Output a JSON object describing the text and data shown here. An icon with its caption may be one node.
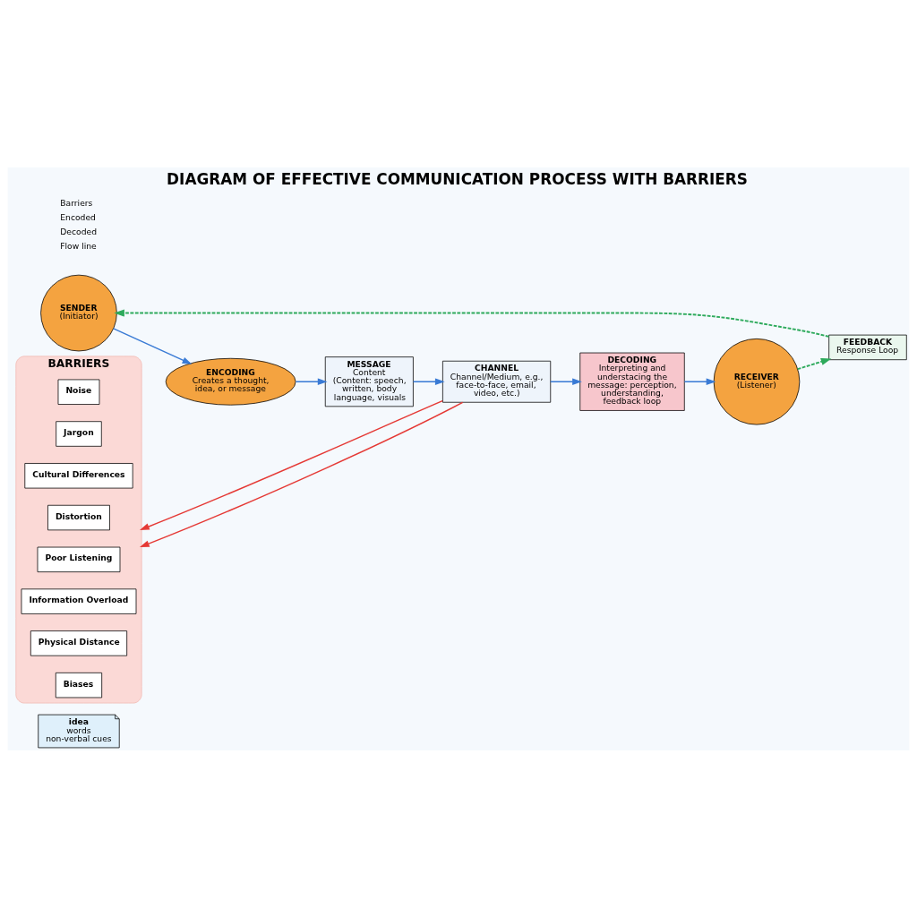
{
  "diagram": {
    "title": "DIAGRAM OF EFFECTIVE COMMUNICATION PROCESS WITH BARRIERS",
    "nodes": [
      {
        "text": [
          "SENDER",
          "(Initiator)"
        ]
      },
      {
        "text": [
          "ENCODING",
          "Creates a thought, idea, or message"
        ]
      },
      {
        "text": [
          "idea",
          "words",
          "non-verbal cues"
        ]
      },
      {
        "text": [
          "MESSAGE",
          "Content",
          "(Content: speech, written, body language, visuals"
        ]
      },
      {
        "text": [
          "CHANNEL",
          "Channel/Medium, e.g., face-to-face, email, video, etc.)"
        ]
      },
      {
        "text": [
          "DECODING",
          "Interpreting and understacing the message: perception, understanding, feedback loop"
        ]
      },
      {
        "text": [
          "RECEIVER",
          "(Listener)"
        ]
      },
      {
        "text": [
          "FEEDBACK",
          "Response Loop"
        ]
      },
      {
        "text": [
          "BARRIERS"
        ]
      },
      {
        "text": [
          "Noise"
        ],
        "in": 8
      },
      {
        "text": [
          "Jargon"
        ],
        "in": 8
      },
      {
        "text": [
          "Cultural Differences"
        ],
        "in": 8
      },
      {
        "text": [
          "Distortion"
        ],
        "in": 8
      },
      {
        "text": [
          "Poor Listening"
        ],
        "in": 8
      },
      {
        "text": [
          "Information Overload"
        ],
        "in": 8
      },
      {
        "text": [
          "Physical Distance"
        ],
        "in": 8
      },
      {
        "text": [
          "Biases"
        ],
        "in": 8
      }
    ],
    "edges": [
      {
        "from": 0,
        "to": 1,
        "arrow": "to"
      },
      {
        "from": 1,
        "to": 3,
        "arrow": "to"
      },
      {
        "from": 3,
        "to": 4,
        "arrow": "to"
      },
      {
        "from": 4,
        "to": 5,
        "arrow": "to"
      },
      {
        "from": 4,
        "to": 8,
        "arrow": "to",
        "color": "#e53935"
      },
      {
        "from": 4,
        "to": 8,
        "arrow": "to",
        "color": "#e53935"
      },
      {
        "from": 5,
        "to": 6,
        "arrow": "to"
      },
      {
        "from": 6,
        "to": 7,
        "arrow": "to",
        "style": "dashed",
        "color": "#2eaa5c"
      },
      {
        "from": 7,
        "to": 0,
        "arrow": "to",
        "style": "dashed",
        "color": "#2eaa5c"
      }
    ],
    "legend": [
      {
        "text": "Barriers"
      },
      {
        "text": "Encoded"
      },
      {
        "text": "Decoded"
      },
      {
        "text": "Flow line"
      }
    ]
  }
}
